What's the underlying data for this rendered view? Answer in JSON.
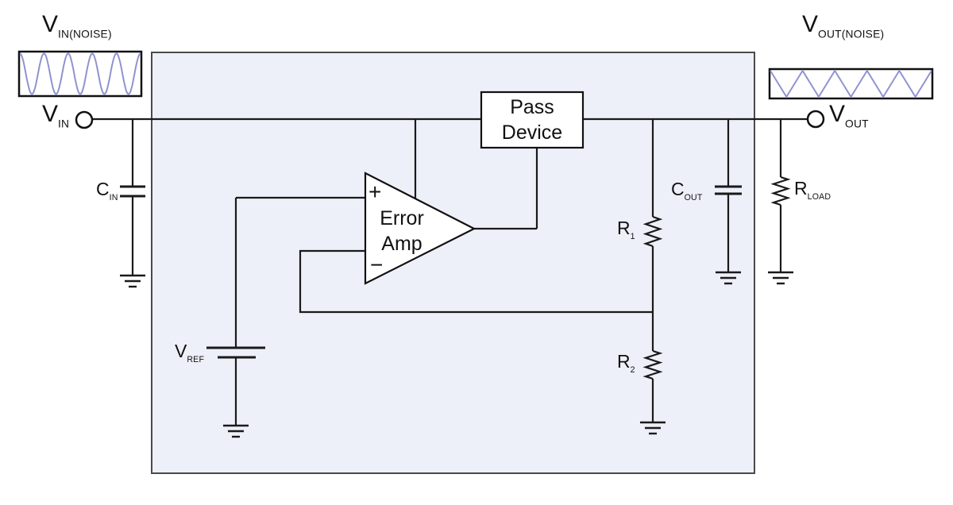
{
  "labels": {
    "vin_noise": {
      "main": "V",
      "sub": "IN(NOISE)"
    },
    "vout_noise": {
      "main": "V",
      "sub": "OUT(NOISE)"
    },
    "vin": {
      "main": "V",
      "sub": "IN"
    },
    "vout": {
      "main": "V",
      "sub": "OUT"
    },
    "cin": {
      "main": "C",
      "sub": "IN"
    },
    "cout": {
      "main": "C",
      "sub": "OUT"
    },
    "r1": {
      "main": "R",
      "sub": "1"
    },
    "r2": {
      "main": "R",
      "sub": "2"
    },
    "rload": {
      "main": "R",
      "sub": "LOAD"
    },
    "vref": {
      "main": "V",
      "sub": "REF"
    },
    "pass_device": {
      "line1": "Pass",
      "line2": "Device"
    },
    "error_amp": {
      "line1": "Error",
      "line2": "Amp",
      "plus_input": "+",
      "minus_input": "−"
    }
  },
  "colors": {
    "wave": "#8f93d0",
    "block_fill": "#edf0f8",
    "block_border": "#4a4a4a",
    "wire": "#1a1a1a"
  },
  "waveforms": {
    "input": {
      "type": "sine",
      "cycles": 5
    },
    "output": {
      "type": "triangle",
      "cycles": 5
    }
  }
}
